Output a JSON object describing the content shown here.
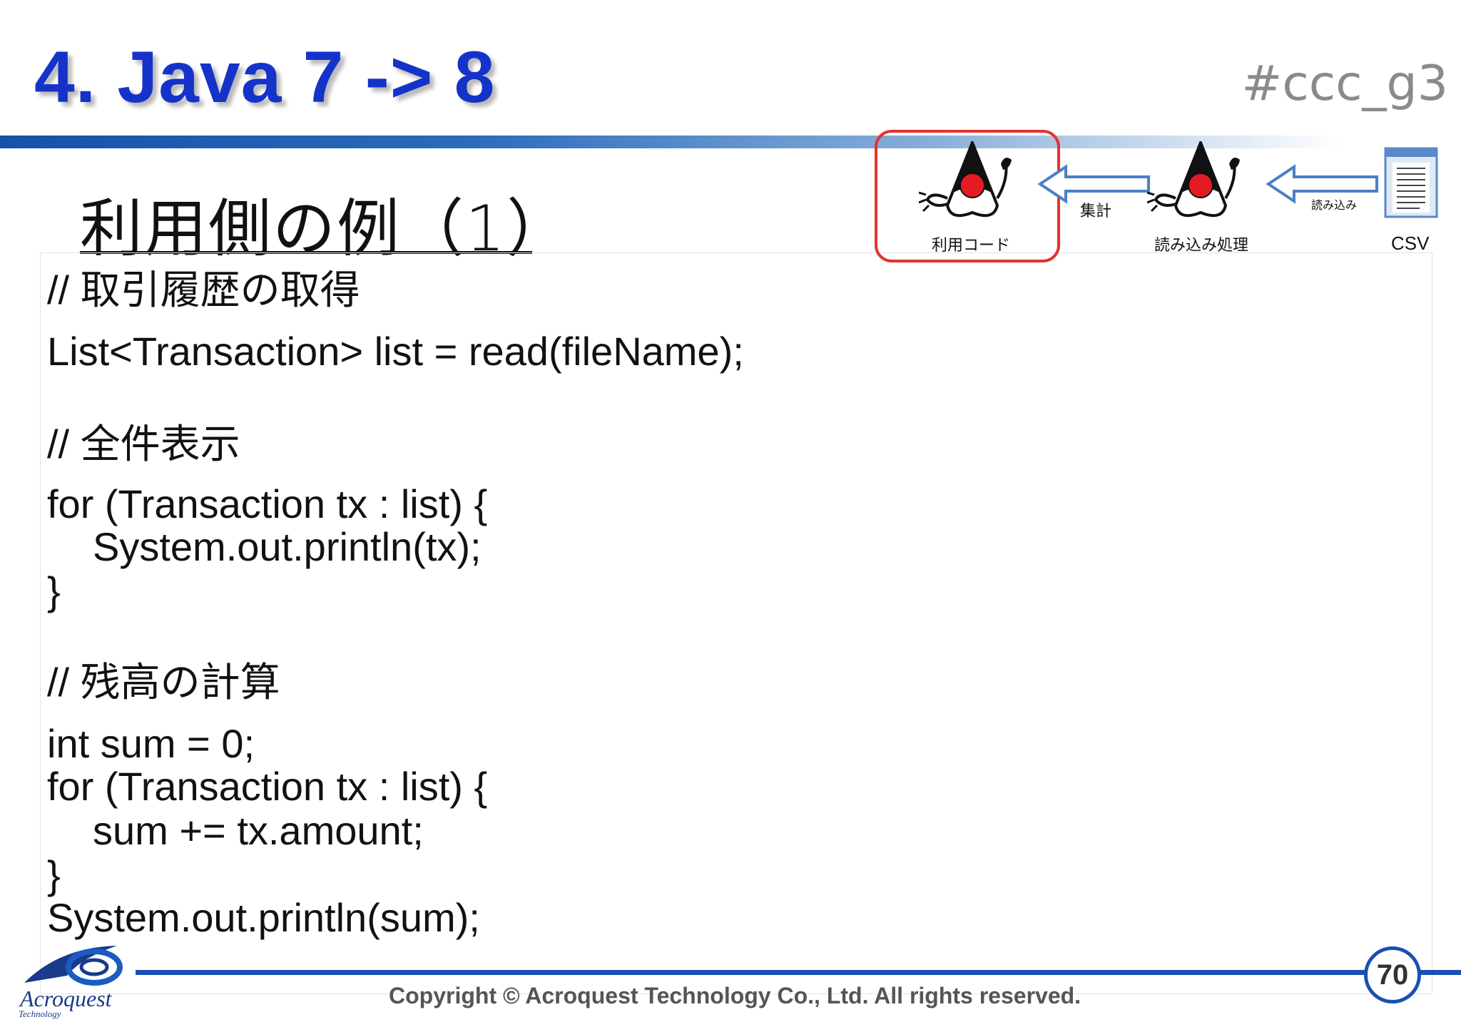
{
  "header": {
    "title": "4. Java 7 -> 8",
    "hashtag": "#ccc_g3"
  },
  "slide": {
    "subtitle": "利用側の例（1）"
  },
  "diagram": {
    "user_code_label": "利用コード",
    "aggregate_label": "集計",
    "read_process_label": "読み込み処理",
    "read_label": "読み込み",
    "csv_label": "CSV"
  },
  "code": {
    "lines": [
      "// 取引履歴の取得",
      "List<Transaction> list = read(fileName);",
      "// 全件表示",
      "for (Transaction tx : list) {",
      "System.out.println(tx);",
      "}",
      "// 残高の計算",
      "int sum = 0;",
      "for (Transaction tx : list) {",
      "sum += tx.amount;",
      "}",
      "System.out.println(sum);"
    ]
  },
  "footer": {
    "copyright": "Copyright © Acroquest Technology Co., Ltd. All rights reserved.",
    "page_number": "70",
    "logo_name": "Acroquest",
    "logo_sub": "Technology"
  },
  "colors": {
    "title": "#1533c9",
    "accent_blue": "#1a4fb3",
    "highlight_red": "#e5322d"
  }
}
